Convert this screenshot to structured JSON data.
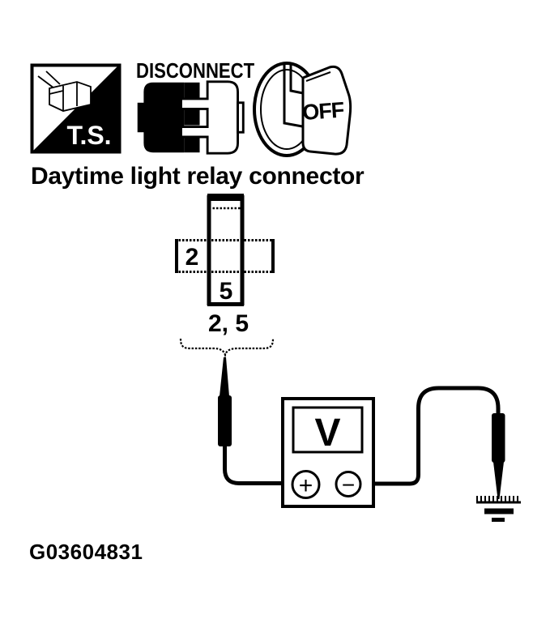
{
  "colors": {
    "ink": "#000000",
    "paper": "#ffffff"
  },
  "procedure_icons": {
    "ts": {
      "label": "T.S."
    },
    "disconnect": {
      "label": "DISCONNECT"
    },
    "ignition_off": {
      "label": "OFF"
    }
  },
  "connector_section": {
    "title": "Daytime light relay connector",
    "pin_left": "2",
    "pin_bottom": "5",
    "pin_group": "2, 5"
  },
  "meter": {
    "display": "V",
    "positive": "+",
    "negative": "−"
  },
  "figure_id": "G03604831"
}
